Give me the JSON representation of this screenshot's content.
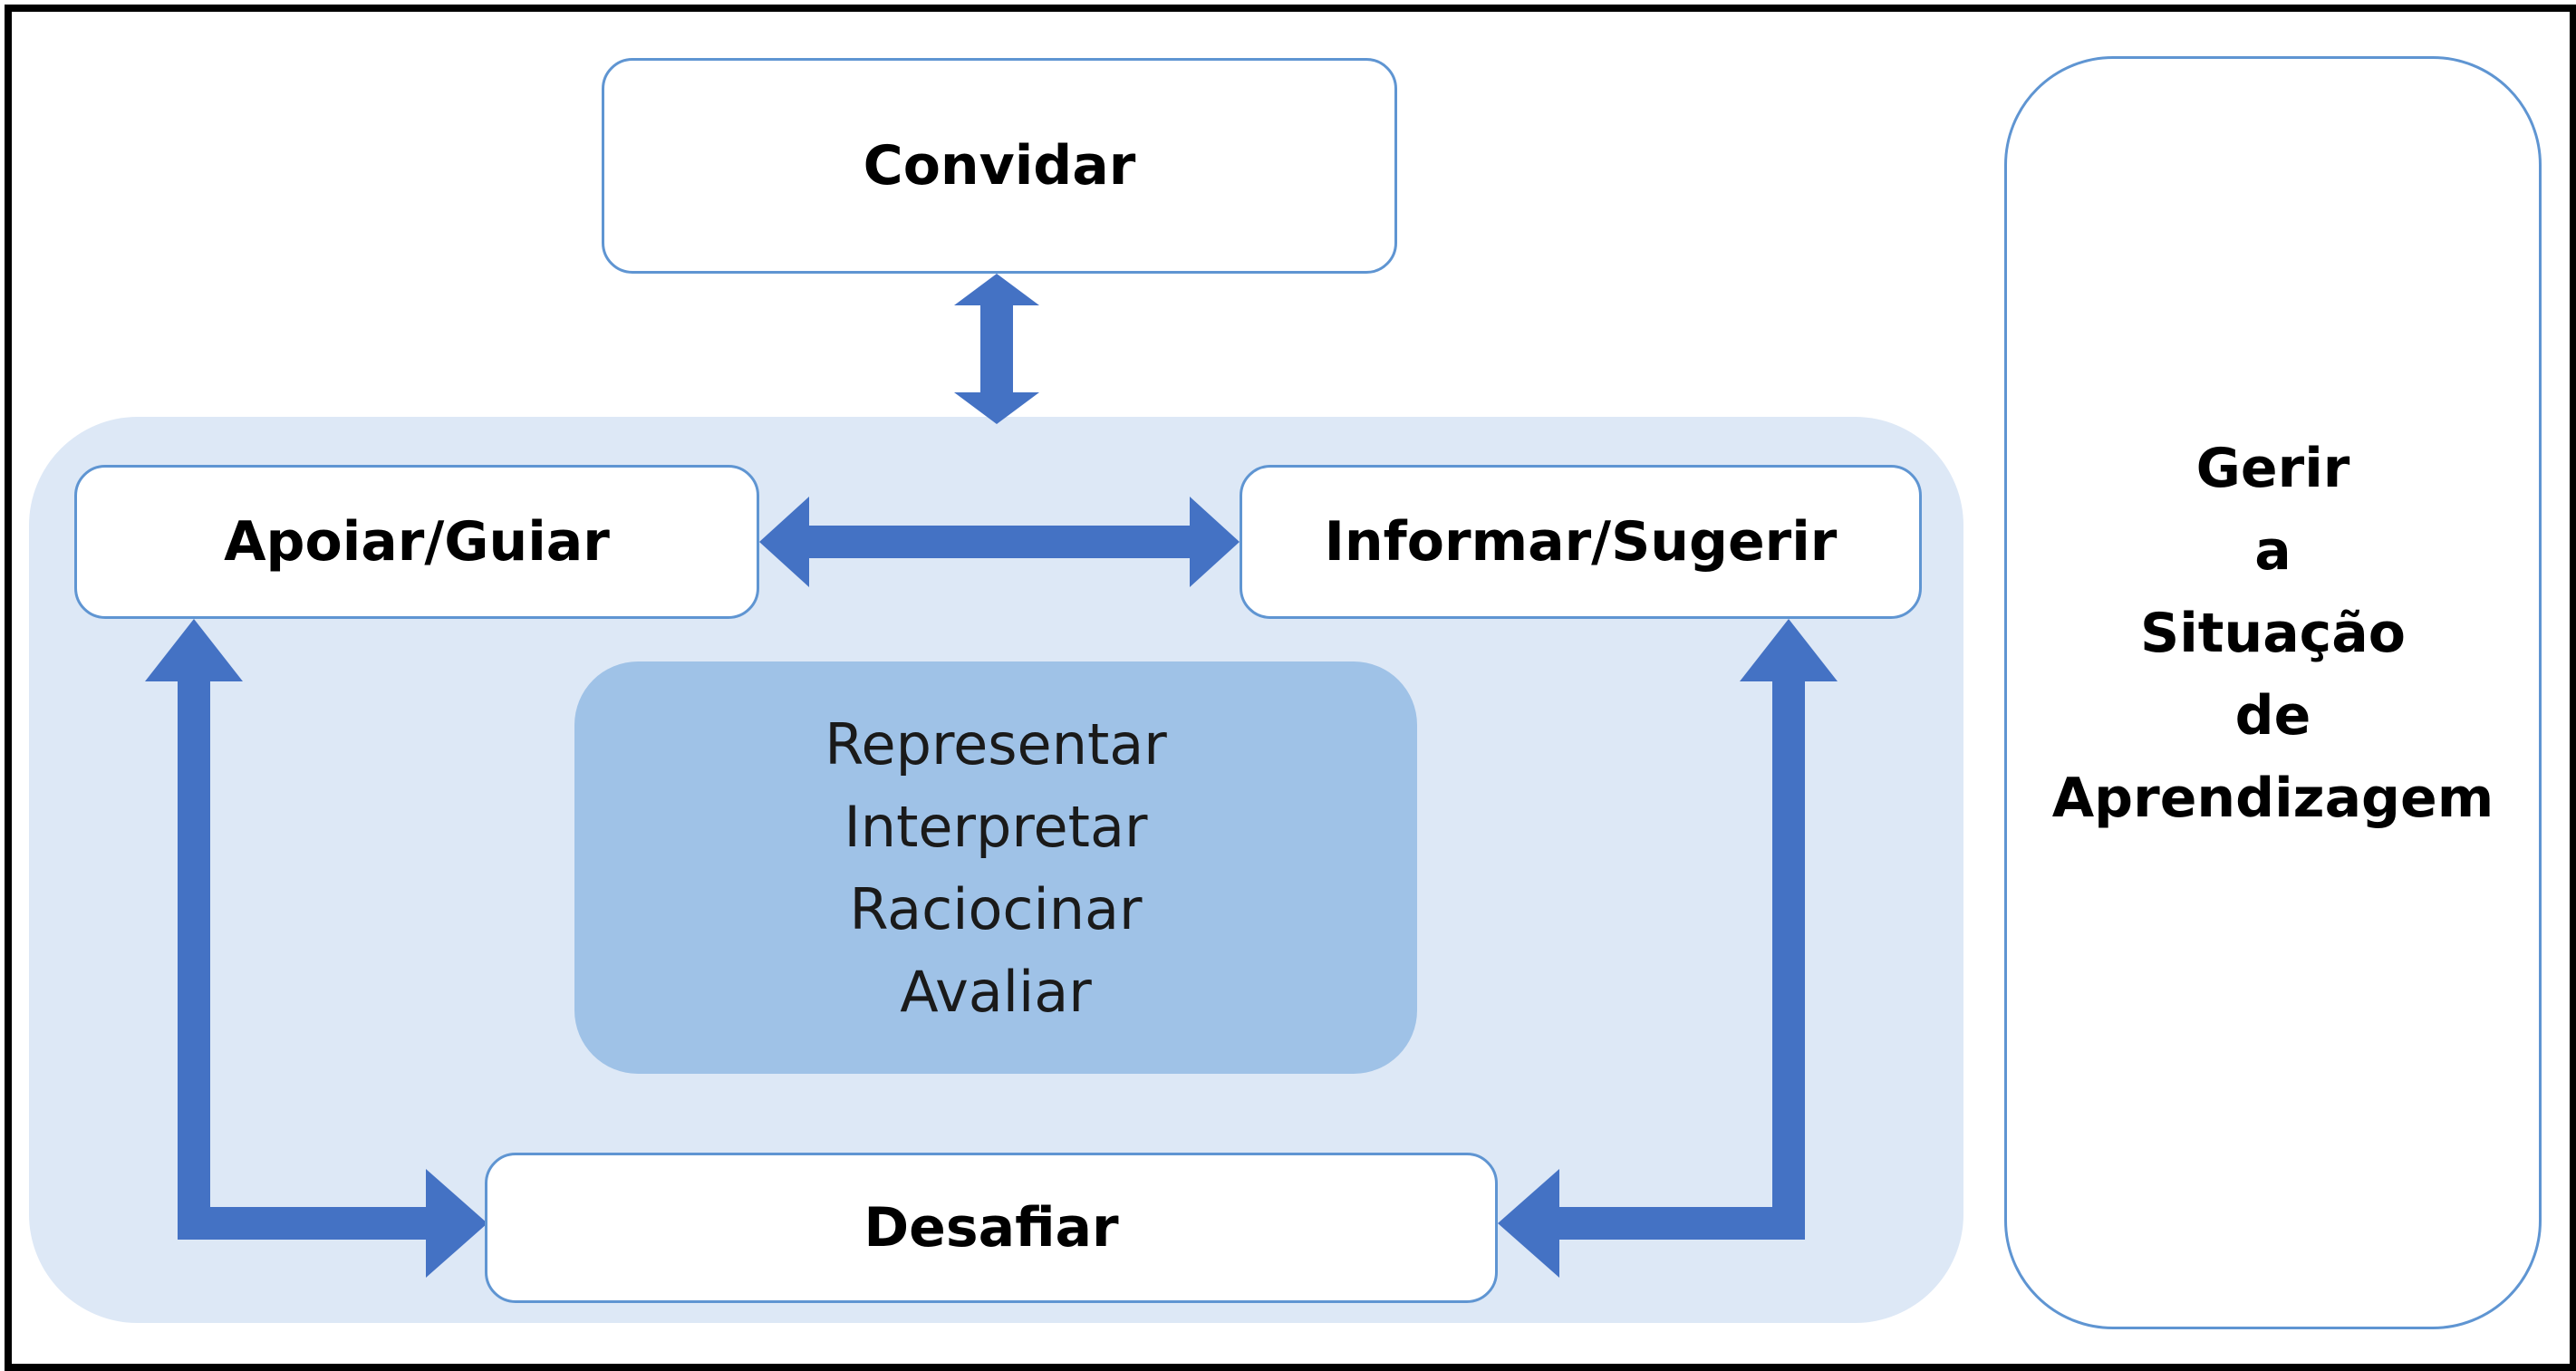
{
  "nodes": {
    "convidar": "Convidar",
    "apoiar": "Apoiar/Guiar",
    "informar": "Informar/Sugerir",
    "desafiar": "Desafiar",
    "center_lines": [
      "Representar",
      "Interpretar",
      "Raciocinar",
      "Avaliar"
    ],
    "side_lines": [
      "Gerir",
      "a",
      "Situação",
      "de",
      "Aprendizagem"
    ]
  },
  "colors": {
    "arrow": "#4472c4",
    "group_background": "#dde8f6",
    "inner_box": "#9fc2e7",
    "box_border": "#5f95d2"
  }
}
